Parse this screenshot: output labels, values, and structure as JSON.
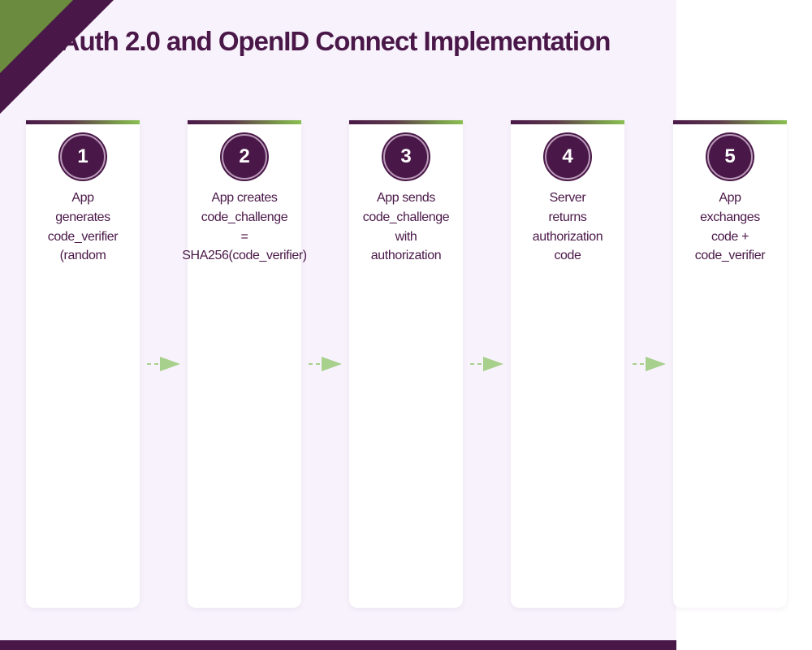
{
  "title": "OAuth 2.0 and OpenID Connect Implementation",
  "colors": {
    "primary": "#4a1848",
    "accent": "#8bbf52",
    "background": "#f8f2fc",
    "arrow": "#a8d08d",
    "corner": "#6b8c3e"
  },
  "steps": [
    {
      "number": "1",
      "lines": [
        "App",
        "generates",
        "code_verifier",
        "(random"
      ]
    },
    {
      "number": "2",
      "lines": [
        "App creates",
        "code_challenge",
        "=",
        "SHA256(code_verifier)"
      ]
    },
    {
      "number": "3",
      "lines": [
        "App sends",
        "code_challenge",
        "with",
        "authorization"
      ]
    },
    {
      "number": "4",
      "lines": [
        "Server",
        "returns",
        "authorization",
        "code"
      ]
    },
    {
      "number": "5",
      "lines": [
        "App",
        "exchanges",
        "code +",
        "code_verifier"
      ]
    }
  ],
  "connector_icon": "dashed-arrow-right"
}
